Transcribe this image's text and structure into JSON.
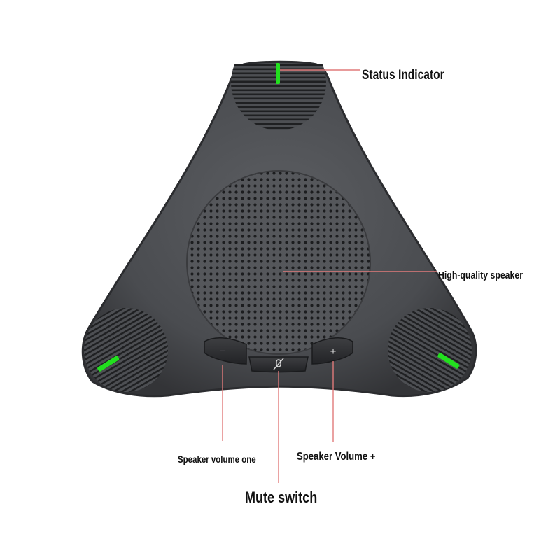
{
  "labels": {
    "status_indicator": "Status Indicator",
    "high_quality_speaker": "High-quality speaker",
    "speaker_volume_minus": "Speaker volume one",
    "speaker_volume_plus": "Speaker Volume +",
    "mute_switch": "Mute switch"
  },
  "buttons": {
    "minus": "−",
    "plus": "+"
  },
  "colors": {
    "body": "#4a4c50",
    "body_edge": "#2b2c2f",
    "led": "#22e01e",
    "leader": "#e07a7a",
    "background": "#ffffff"
  }
}
